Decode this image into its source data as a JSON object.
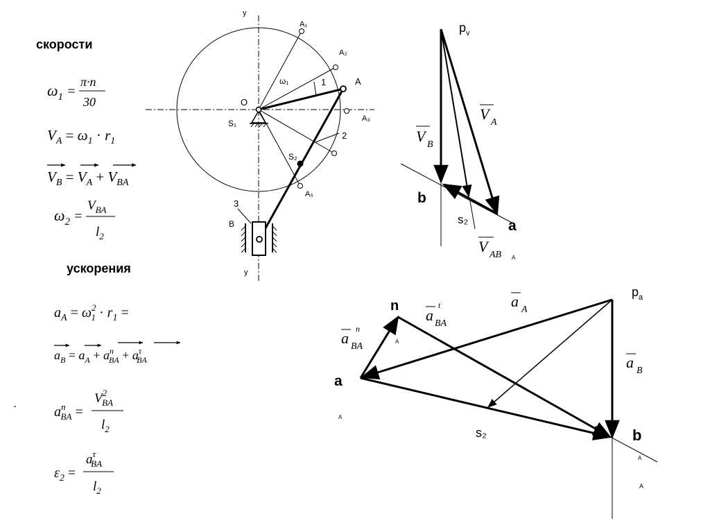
{
  "headings": {
    "velocities": "скорости",
    "accelerations": "ускорения"
  },
  "formulas": {
    "omega1": {
      "lhs": "ω",
      "sub": "1",
      "eq": "=",
      "num": "π·n",
      "den": "30"
    },
    "va": "V_A = ω_1 · r_1",
    "vb": "V_B = V_A + V_BA",
    "omega2": {
      "lhs": "ω",
      "sub": "2",
      "eq": "=",
      "num": "V_BA",
      "den": "l_2"
    },
    "aa": "a_A = ω_1² · r_1 =",
    "ab": "a_B = a_A + a_BA^n + a_BA^τ",
    "abn": {
      "lhs": "a_BA^n =",
      "num": "V_BA²",
      "den": "l_2"
    },
    "eps2": {
      "lhs": "ε_2 =",
      "num": "a_BA^τ",
      "den": "l_2"
    },
    "dot": "."
  },
  "mechanism": {
    "axis_y_top": "y",
    "axis_y_bottom": "y",
    "O": "O",
    "S1": "S₁",
    "S2": "S₂",
    "A": "A",
    "A1": "A₁",
    "A2": "A₂",
    "A3": "A₃",
    "A5": "A₅",
    "omega1": "ω₁",
    "n1": "1",
    "n2": "2",
    "n3": "3",
    "B": "B"
  },
  "velocity_plan": {
    "pv": "p",
    "pv_sub": "v",
    "VA": "V",
    "VA_sub": "A",
    "VB": "V",
    "VB_sub": "B",
    "b": "b",
    "s2": "s₂",
    "a": "a",
    "VAB": "V",
    "VAB_sub": "AB",
    "VAB_mark": "A"
  },
  "accel_plan": {
    "pa": "p",
    "pa_sub": "a",
    "n": "n",
    "n_mark": "A",
    "aBAt": "a",
    "aBAt_sub": "BA",
    "aBAt_sup": "t",
    "aA": "a",
    "aA_sub": "A",
    "aBAn": "a",
    "aBAn_sub": "BA",
    "aBAn_sup": "n",
    "aB": "a",
    "aB_sub": "B",
    "a": "a",
    "a_mark": "A",
    "s2": "s₂",
    "b": "b",
    "b_mark1": "A",
    "b_mark2": "A"
  }
}
